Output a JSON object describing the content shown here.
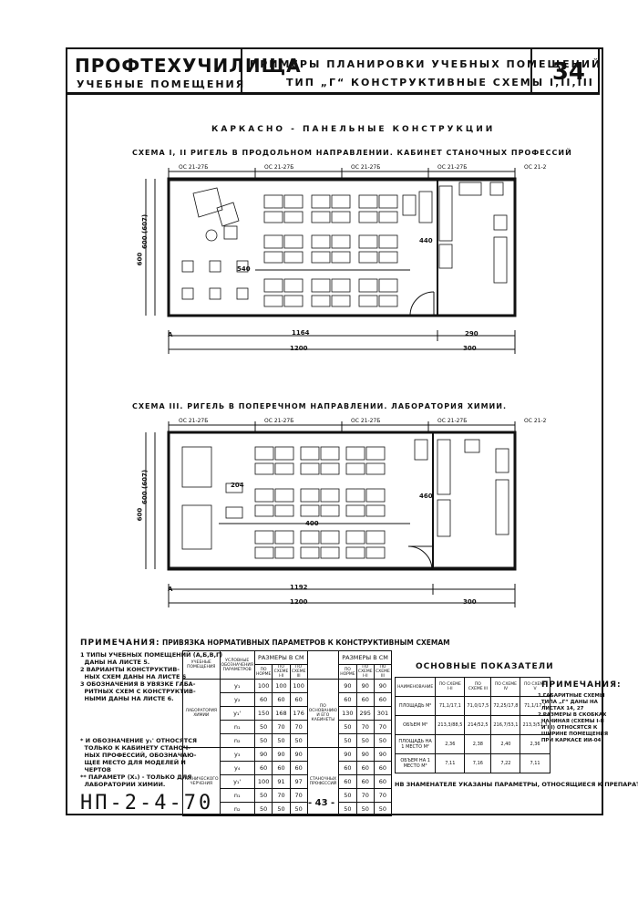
{
  "header": {
    "left_title": "ПРОФТЕХУЧИЛИЩА",
    "left_subtitle": "УЧЕБНЫЕ ПОМЕЩЕНИЯ",
    "mid_line1": "ПРИМЕРЫ ПЛАНИРОВКИ УЧЕБНЫХ ПОМЕЩЕНИЙ",
    "mid_line2": "ТИП „Г“ КОНСТРУКТИВНЫЕ СХЕМЫ I,II,III",
    "sheet_number": "34"
  },
  "section_title": "КАРКАСНО - ПАНЕЛЬНЫЕ КОНСТРУКЦИИ",
  "scheme1": {
    "title": "СХЕМА I, II РИГЕЛЬ В ПРОДОЛЬНОМ НАПРАВЛЕНИИ. КАБИНЕТ СТАНОЧНЫХ ПРОФЕССИЙ",
    "axis_labels": [
      "ОС 21-27Б",
      "ОС 21-27Б",
      "ОС 21-27Б",
      "ОС 21-27Б",
      "ОС 21-27Б"
    ],
    "dim_total": "1200",
    "dim_inner": "1164",
    "dim_depth": "600",
    "dim_depth2": "600 (607)",
    "dim_540": "540",
    "dim_300": "300",
    "dim_290": "290",
    "dim_440": "440",
    "axis_letter": "А"
  },
  "scheme3": {
    "title": "СХЕМА III. РИГЕЛЬ В ПОПЕРЕЧНОМ НАПРАВЛЕНИИ. ЛАБОРАТОРИЯ ХИМИИ.",
    "axis_labels": [
      "ОС 21-27Б",
      "ОС 21-27Б",
      "ОС 21-27Б",
      "ОС 21-27Б",
      "ОС 21-27Б"
    ],
    "dim_total": "1200",
    "dim_inner": "1192",
    "dim_depth": "600",
    "dim_depth2": "600 (607)",
    "dim_400": "400",
    "dim_300": "300",
    "dim_204": "204",
    "dim_460": "460",
    "axis_letter": "А"
  },
  "notes_left": {
    "head": "ПРИМЕЧАНИЯ:",
    "text": "1 ТИПЫ УЧЕБНЫХ ПОМЕЩЕНИЙ (А,Б,В,Г)\n  ДАНЫ НА ЛИСТЕ 5.\n2 ВАРИАНТЫ КОНСТРУКТИВ-\n  НЫХ СХЕМ ДАНЫ НА ЛИСТЕ 6\n3 ОБОЗНАЧЕНИЯ В УВЯЗКЕ ГАБА-\n  РИТНЫХ СХЕМ С КОНСТРУКТИВ-\n  НЫМИ ДАНЫ НА ЛИСТЕ 6.",
    "footnote": "* И ОБОЗНАЧЕНИЕ y₁' ОТНОСЯТСЯ\n  ТОЛЬКО К КАБИНЕТУ СТАНОЧ-\n  НЫХ ПРОФЕССИЙ, ОБОЗНАЧАЮ-\n  ЩЕЕ МЕСТО ДЛЯ МОДЕЛЕЙ И\n  ЧЕРТОВ\n** ПАРАМЕТР (X₁) - ТОЛЬКО ДЛЯ\n  ЛАБОРАТОРИИ ХИМИИ."
  },
  "param_table": {
    "title": "ПРИВЯЗКА НОРМАТИВНЫХ ПАРАМЕТРОВ К КОНСТРУКТИВНЫМ СХЕМАМ",
    "col_room": "УЧЕБНЫЕ ПОМЕЩЕНИЯ",
    "col_symbol": "УСЛОВНЫЕ ОБОЗНАЧЕНИЯ ПАРАМЕТРОВ",
    "col_sizes": "РАЗМЕРЫ В СМ",
    "sub_headers": [
      "ПО НОРМЕ",
      "ПО СХЕМЕ I-II",
      "ПО СХЕМЕ III"
    ],
    "room1": "ЛАБОРАТОРИЯ ХИМИИ",
    "room2": "ТЕХНИЧЕСКОГО ЧЕРЧЕНИЯ",
    "rows_left": [
      {
        "sym": "y₁",
        "v": [
          "100",
          "100",
          "100"
        ]
      },
      {
        "sym": "y₂",
        "v": [
          "60",
          "60",
          "60"
        ]
      },
      {
        "sym": "y₁'",
        "v": [
          "150",
          "168",
          "176"
        ]
      },
      {
        "sym": "n₁",
        "v": [
          "50",
          "70",
          "70"
        ]
      },
      {
        "sym": "n₂",
        "v": [
          "50",
          "50",
          "50"
        ]
      },
      {
        "sym": "y₃",
        "v": [
          "90",
          "90",
          "90"
        ]
      },
      {
        "sym": "y₄",
        "v": [
          "60",
          "60",
          "60"
        ]
      },
      {
        "sym": "y₁'",
        "v": [
          "100",
          "91",
          "97"
        ]
      },
      {
        "sym": "n₁",
        "v": [
          "50",
          "70",
          "70"
        ]
      },
      {
        "sym": "n₂",
        "v": [
          "50",
          "50",
          "50"
        ]
      }
    ],
    "mid_label1": "ПО ОСНОВАНИЮ И ЕГО КАБИНЕТЫ",
    "mid_label2": "СТАНОЧНЫХ ПРОФЕССИЙ",
    "rows_right": [
      {
        "v": [
          "90",
          "90",
          "90"
        ]
      },
      {
        "v": [
          "60",
          "60",
          "60"
        ]
      },
      {
        "v": [
          "130",
          "295",
          "301"
        ]
      },
      {
        "v": [
          "50",
          "70",
          "70"
        ]
      },
      {
        "v": [
          "50",
          "50",
          "50"
        ]
      },
      {
        "v": [
          "90",
          "90",
          "90"
        ]
      },
      {
        "v": [
          "60",
          "60",
          "60"
        ]
      },
      {
        "v": [
          "60",
          "60",
          "60"
        ]
      },
      {
        "v": [
          "50",
          "70",
          "70"
        ]
      },
      {
        "v": [
          "50",
          "50",
          "50"
        ]
      }
    ]
  },
  "main_table": {
    "title": "ОСНОВНЫЕ ПОКАЗАТЕЛИ",
    "headers": [
      "НАИМЕНОВАНИЕ",
      "ПО СХЕМЕ I-II",
      "ПО СХЕМЕ III",
      "ПО СХЕМЕ IV",
      "ПО СХЕМЕ V"
    ],
    "rows": [
      {
        "name": "ПЛОЩАДЬ М²",
        "v": [
          "71,1/17,1",
          "71,0/17,5",
          "72,25/17,8",
          "71,1/17,1"
        ]
      },
      {
        "name": "ОБЪЕМ М³",
        "v": [
          "213,3/88,5",
          "214/52,5",
          "216,7/53,1",
          "213,3/51,3"
        ]
      },
      {
        "name": "ПЛОЩАДЬ НА 1 МЕСТО М²",
        "v": [
          "2,36",
          "2,38",
          "2,40",
          "2,36"
        ]
      },
      {
        "name": "ОБЪЕМ НА 1 МЕСТО М³",
        "v": [
          "7,11",
          "7,16",
          "7,22",
          "7,11"
        ]
      }
    ],
    "footnote": "НВ ЗНАМЕНАТЕЛЕ УКАЗАНЫ ПАРАМЕТРЫ, ОТНОСЯЩИЕСЯ К ПРЕПАРАТОРСКОЙ"
  },
  "notes_right": {
    "head": "ПРИМЕЧАНИЯ:",
    "text": "1 ГАБАРИТНЫЕ СХЕМЫ\n  ТИПА „Г“ ДАНЫ НА\n  ЛИСТАХ 14, 27\n2 РАЗМЕРЫ В СКОБКАХ\n  НАЧИНАЯ (СХЕМЫ I-II\n  И III) ОТНОСЯТСЯ К\n  ШИРИНЕ ПОМЕЩЕНИЯ\n  ПРИ КАРКАСЕ ИИ-04"
  },
  "footer": {
    "code": "НП-2-4-70",
    "page": "- 43 -"
  }
}
